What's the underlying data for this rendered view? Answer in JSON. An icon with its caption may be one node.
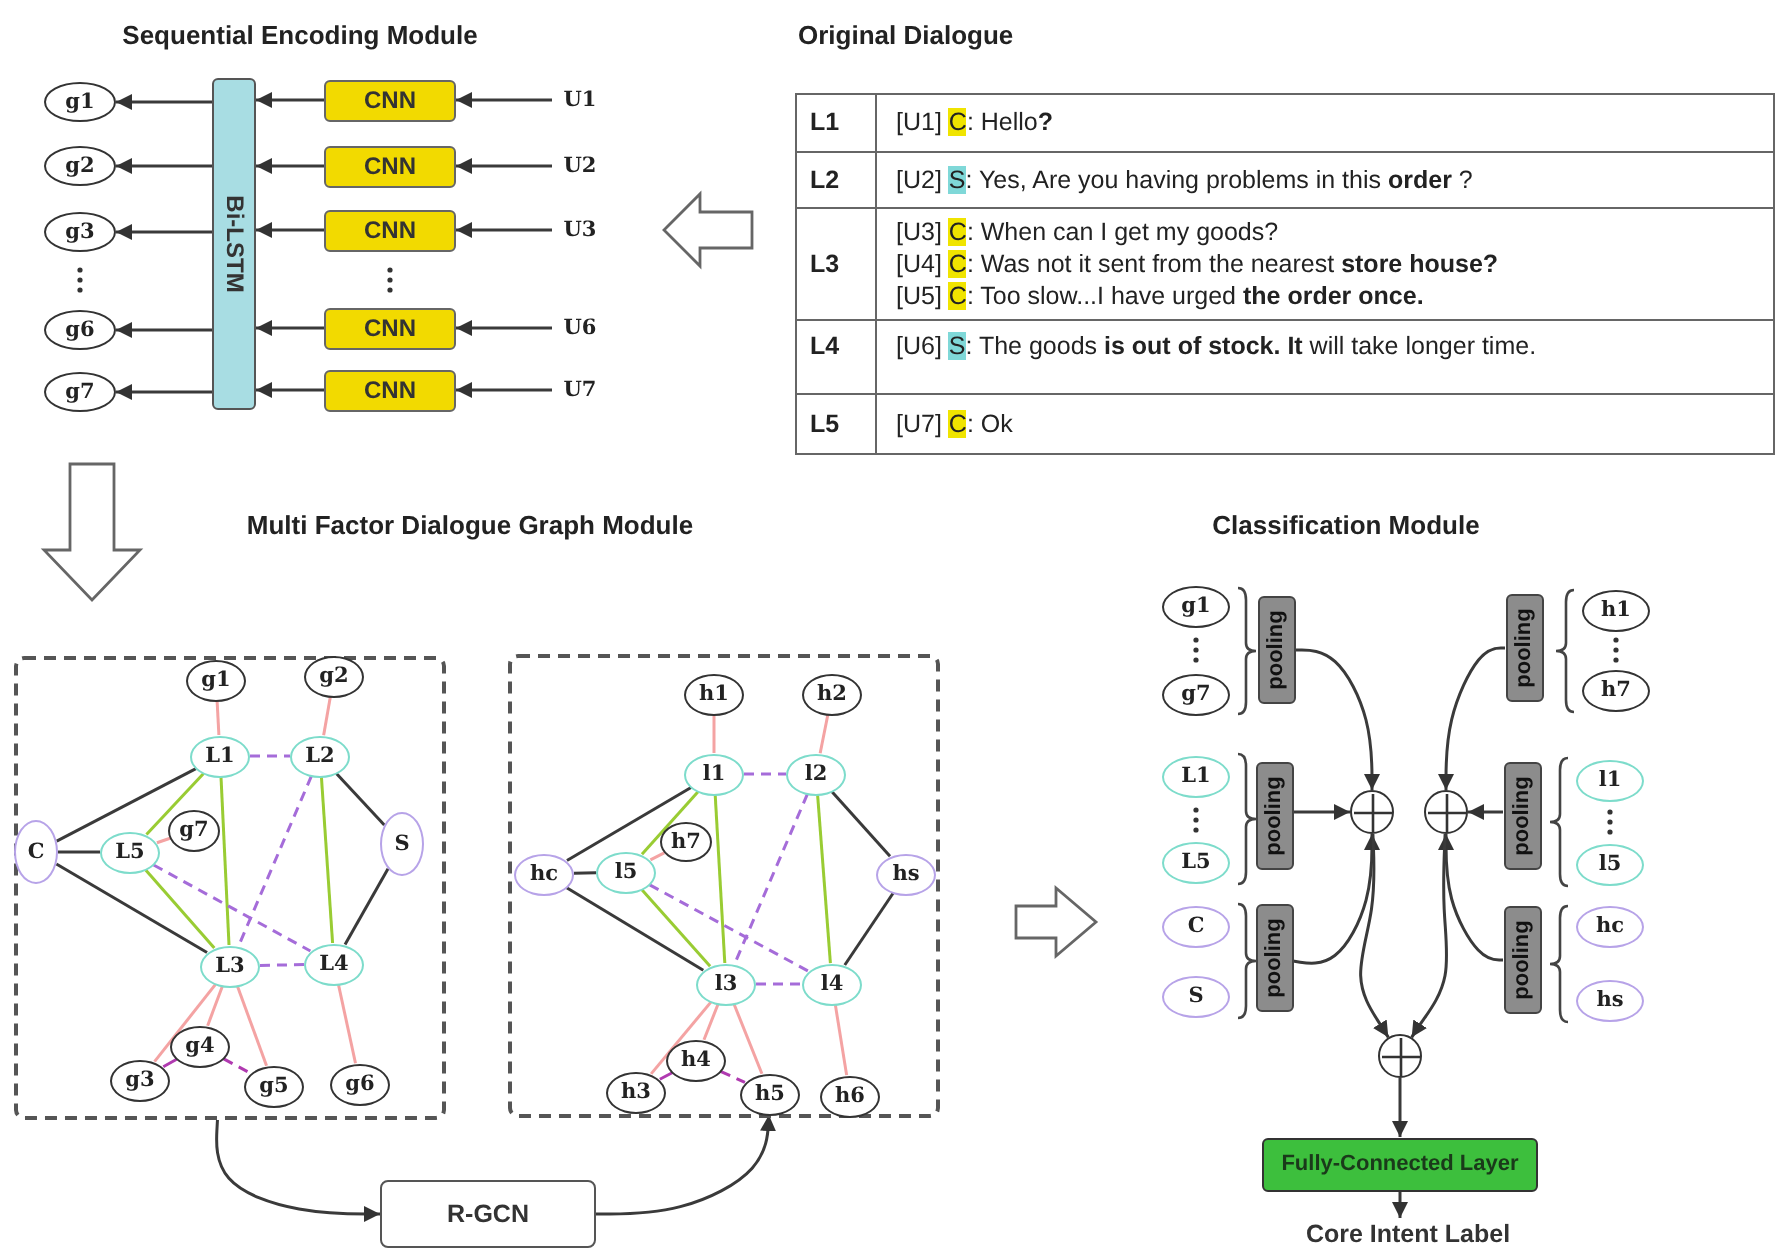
{
  "diagram": {
    "nodes": [
      {
        "text": [
          "g1"
        ]
      },
      {
        "text": [
          "g2"
        ]
      },
      {
        "text": [
          "g3"
        ]
      },
      {
        "text": [
          "g6"
        ]
      },
      {
        "text": [
          "g7"
        ]
      },
      {
        "text": [
          "Bi-LSTM"
        ]
      },
      {
        "text": [
          "CNN"
        ]
      },
      {
        "text": [
          "CNN"
        ]
      },
      {
        "text": [
          "CNN"
        ]
      },
      {
        "text": [
          "CNN"
        ]
      },
      {
        "text": [
          "CNN"
        ]
      },
      {
        "text": [
          "U1"
        ]
      },
      {
        "text": [
          "U2"
        ]
      },
      {
        "text": [
          "U3"
        ]
      },
      {
        "text": [
          "U6"
        ]
      },
      {
        "text": [
          "U7"
        ]
      },
      {
        "text": [],
        "shape": "box"
      },
      {
        "text": [
          "g1"
        ],
        "in": 16
      },
      {
        "text": [
          "g2"
        ],
        "in": 16
      },
      {
        "text": [
          "L1"
        ],
        "in": 16
      },
      {
        "text": [
          "L2"
        ],
        "in": 16
      },
      {
        "text": [
          "C"
        ],
        "in": 16
      },
      {
        "text": [
          "g7"
        ],
        "in": 16
      },
      {
        "text": [
          "L5"
        ],
        "in": 16
      },
      {
        "text": [
          "S"
        ],
        "in": 16
      },
      {
        "text": [
          "L3"
        ],
        "in": 16
      },
      {
        "text": [
          "L4"
        ],
        "in": 16
      },
      {
        "text": [
          "g4"
        ],
        "in": 16
      },
      {
        "text": [
          "g3"
        ],
        "in": 16
      },
      {
        "text": [
          "g5"
        ],
        "in": 16
      },
      {
        "text": [
          "g6"
        ],
        "in": 16
      },
      {
        "text": [],
        "shape": "box"
      },
      {
        "text": [
          "h1"
        ],
        "in": 31
      },
      {
        "text": [
          "h2"
        ],
        "in": 31
      },
      {
        "text": [
          "l1"
        ],
        "in": 31
      },
      {
        "text": [
          "l2"
        ],
        "in": 31
      },
      {
        "text": [
          "hc"
        ],
        "in": 31
      },
      {
        "text": [
          "h7"
        ],
        "in": 31
      },
      {
        "text": [
          "l5"
        ],
        "in": 31
      },
      {
        "text": [
          "hs"
        ],
        "in": 31
      },
      {
        "text": [
          "l3"
        ],
        "in": 31
      },
      {
        "text": [
          "l4"
        ],
        "in": 31
      },
      {
        "text": [
          "h4"
        ],
        "in": 31
      },
      {
        "text": [
          "h3"
        ],
        "in": 31
      },
      {
        "text": [
          "h5"
        ],
        "in": 31
      },
      {
        "text": [
          "h6"
        ],
        "in": 31
      },
      {
        "text": [
          "R-GCN"
        ]
      },
      {
        "text": [
          "g1"
        ]
      },
      {
        "text": [
          "g7"
        ]
      },
      {
        "text": [
          "pooling"
        ]
      },
      {
        "text": [
          "L1"
        ]
      },
      {
        "text": [
          "L5"
        ]
      },
      {
        "text": [
          "pooling"
        ]
      },
      {
        "text": [
          "C"
        ]
      },
      {
        "text": [
          "S"
        ]
      },
      {
        "text": [
          "pooling"
        ]
      },
      {
        "text": [
          "h1"
        ]
      },
      {
        "text": [
          "h7"
        ]
      },
      {
        "text": [
          "pooling"
        ]
      },
      {
        "text": [
          "l1"
        ]
      },
      {
        "text": [
          "l5"
        ]
      },
      {
        "text": [
          "pooling"
        ]
      },
      {
        "text": [
          "hc"
        ]
      },
      {
        "text": [
          "hs"
        ]
      },
      {
        "text": [
          "pooling"
        ]
      },
      {
        "text": [],
        "shape": "circle"
      },
      {
        "text": [],
        "shape": "circle"
      },
      {
        "text": [],
        "shape": "circle"
      },
      {
        "text": [
          "Fully-Connected Layer"
        ]
      },
      {
        "text": [
          "Core Intent Label"
        ]
      }
    ],
    "edges": [
      {
        "from": 11,
        "to": 6,
        "arrow": "to"
      },
      {
        "from": 12,
        "to": 7,
        "arrow": "to"
      },
      {
        "from": 13,
        "to": 8,
        "arrow": "to"
      },
      {
        "from": 14,
        "to": 9,
        "arrow": "to"
      },
      {
        "from": 15,
        "to": 10,
        "arrow": "to"
      },
      {
        "from": 6,
        "to": 5,
        "arrow": "to"
      },
      {
        "from": 7,
        "to": 5,
        "arrow": "to"
      },
      {
        "from": 8,
        "to": 5,
        "arrow": "to"
      },
      {
        "from": 9,
        "to": 5,
        "arrow": "to"
      },
      {
        "from": 10,
        "to": 5,
        "arrow": "to"
      },
      {
        "from": 5,
        "to": 0,
        "arrow": "to"
      },
      {
        "from": 5,
        "to": 1,
        "arrow": "to"
      },
      {
        "from": 5,
        "to": 2,
        "arrow": "to"
      },
      {
        "from": 5,
        "to": 3,
        "arrow": "to"
      },
      {
        "from": 5,
        "to": 4,
        "arrow": "to"
      },
      {
        "from": 17,
        "to": 19,
        "arrow": "none",
        "color": "#f4a3a3"
      },
      {
        "from": 18,
        "to": 20,
        "arrow": "none",
        "color": "#f4a3a3"
      },
      {
        "from": 22,
        "to": 23,
        "arrow": "none",
        "color": "#f4a3a3"
      },
      {
        "from": 25,
        "to": 28,
        "arrow": "none",
        "color": "#f4a3a3"
      },
      {
        "from": 25,
        "to": 27,
        "arrow": "none",
        "color": "#f4a3a3"
      },
      {
        "from": 25,
        "to": 29,
        "arrow": "none",
        "color": "#f4a3a3"
      },
      {
        "from": 26,
        "to": 30,
        "arrow": "none",
        "color": "#f4a3a3"
      },
      {
        "from": 21,
        "to": 19,
        "arrow": "none"
      },
      {
        "from": 21,
        "to": 23,
        "arrow": "none"
      },
      {
        "from": 21,
        "to": 25,
        "arrow": "none"
      },
      {
        "from": 24,
        "to": 20,
        "arrow": "none"
      },
      {
        "from": 24,
        "to": 26,
        "arrow": "none"
      },
      {
        "from": 19,
        "to": 23,
        "arrow": "none",
        "color": "#99cc33"
      },
      {
        "from": 19,
        "to": 25,
        "arrow": "none",
        "color": "#99cc33"
      },
      {
        "from": 23,
        "to": 25,
        "arrow": "none",
        "color": "#99cc33"
      },
      {
        "from": 20,
        "to": 26,
        "arrow": "none",
        "color": "#99cc33"
      },
      {
        "from": 19,
        "to": 20,
        "arrow": "none",
        "style": "dashed",
        "color": "#a56cd9"
      },
      {
        "from": 20,
        "to": 25,
        "arrow": "none",
        "style": "dashed",
        "color": "#a56cd9"
      },
      {
        "from": 23,
        "to": 26,
        "arrow": "none",
        "style": "dashed",
        "color": "#a56cd9"
      },
      {
        "from": 25,
        "to": 26,
        "arrow": "none",
        "style": "dashed",
        "color": "#a56cd9"
      },
      {
        "from": 28,
        "to": 27,
        "arrow": "none",
        "color": "#b03ab0"
      },
      {
        "from": 27,
        "to": 29,
        "arrow": "none",
        "style": "dashed",
        "color": "#b03ab0"
      },
      {
        "from": 32,
        "to": 34,
        "arrow": "none",
        "color": "#f4a3a3"
      },
      {
        "from": 33,
        "to": 35,
        "arrow": "none",
        "color": "#f4a3a3"
      },
      {
        "from": 37,
        "to": 38,
        "arrow": "none",
        "color": "#f4a3a3"
      },
      {
        "from": 40,
        "to": 43,
        "arrow": "none",
        "color": "#f4a3a3"
      },
      {
        "from": 40,
        "to": 42,
        "arrow": "none",
        "color": "#f4a3a3"
      },
      {
        "from": 40,
        "to": 44,
        "arrow": "none",
        "color": "#f4a3a3"
      },
      {
        "from": 41,
        "to": 45,
        "arrow": "none",
        "color": "#f4a3a3"
      },
      {
        "from": 36,
        "to": 34,
        "arrow": "none"
      },
      {
        "from": 36,
        "to": 38,
        "arrow": "none"
      },
      {
        "from": 36,
        "to": 40,
        "arrow": "none"
      },
      {
        "from": 39,
        "to": 35,
        "arrow": "none"
      },
      {
        "from": 39,
        "to": 41,
        "arrow": "none"
      },
      {
        "from": 34,
        "to": 38,
        "arrow": "none",
        "color": "#99cc33"
      },
      {
        "from": 34,
        "to": 40,
        "arrow": "none",
        "color": "#99cc33"
      },
      {
        "from": 38,
        "to": 40,
        "arrow": "none",
        "color": "#99cc33"
      },
      {
        "from": 35,
        "to": 41,
        "arrow": "none",
        "color": "#99cc33"
      },
      {
        "from": 34,
        "to": 35,
        "arrow": "none",
        "style": "dashed",
        "color": "#a56cd9"
      },
      {
        "from": 35,
        "to": 40,
        "arrow": "none",
        "style": "dashed",
        "color": "#a56cd9"
      },
      {
        "from": 38,
        "to": 41,
        "arrow": "none",
        "style": "dashed",
        "color": "#a56cd9"
      },
      {
        "from": 40,
        "to": 41,
        "arrow": "none",
        "style": "dashed",
        "color": "#a56cd9"
      },
      {
        "from": 43,
        "to": 42,
        "arrow": "none",
        "color": "#b03ab0"
      },
      {
        "from": 42,
        "to": 44,
        "arrow": "none",
        "style": "dashed",
        "color": "#b03ab0"
      },
      {
        "from": 16,
        "to": 46,
        "arrow": "to"
      },
      {
        "from": 46,
        "to": 44,
        "arrow": "to"
      },
      {
        "from": 49,
        "to": 65,
        "arrow": "to"
      },
      {
        "from": 52,
        "to": 65,
        "arrow": "to"
      },
      {
        "from": 55,
        "to": 65,
        "arrow": "to"
      },
      {
        "from": 58,
        "to": 66,
        "arrow": "to"
      },
      {
        "from": 61,
        "to": 66,
        "arrow": "to"
      },
      {
        "from": 64,
        "to": 66,
        "arrow": "to"
      },
      {
        "from": 65,
        "to": 67,
        "arrow": "to"
      },
      {
        "from": 66,
        "to": 67,
        "arrow": "to"
      },
      {
        "from": 67,
        "to": 68,
        "arrow": "to"
      },
      {
        "from": 68,
        "to": 69,
        "arrow": "to"
      }
    ],
    "labels": [
      "Sequential Encoding Module",
      "Original Dialogue",
      "L1",
      "[U1] C: Hello**?**",
      "L2",
      "[U2] S: Yes, Are you having problems in this **order** ?",
      "L3",
      "[U3] C: When can I get my goods?",
      "[U4] C: Was not it sent from the nearest **store house?**",
      "[U5] C: Too slow...I have urged **the order once.**",
      "L4",
      "[U6] S: The goods **is out of stock. It** will take longer time.",
      "L5",
      "[U7] C: Ok",
      "Multi Factor Dialogue Graph Module",
      "Classification Module"
    ]
  }
}
